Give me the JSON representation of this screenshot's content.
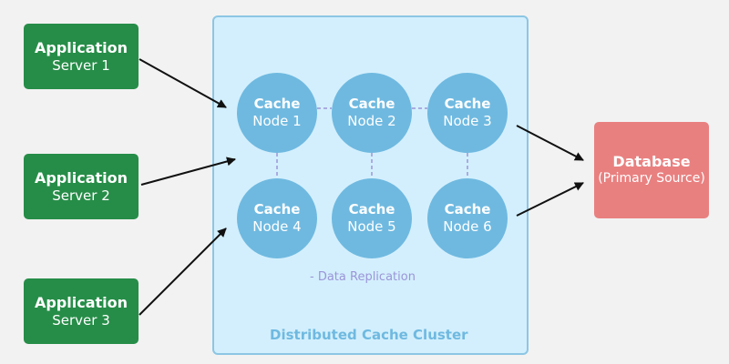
{
  "diagram": {
    "app_servers": [
      {
        "title": "Application",
        "subtitle": "Server 1"
      },
      {
        "title": "Application",
        "subtitle": "Server 2"
      },
      {
        "title": "Application",
        "subtitle": "Server 3"
      }
    ],
    "cluster": {
      "label": "Distributed Cache Cluster",
      "replication_label": "- Data Replication",
      "nodes": [
        {
          "title": "Cache",
          "subtitle": "Node 1"
        },
        {
          "title": "Cache",
          "subtitle": "Node 2"
        },
        {
          "title": "Cache",
          "subtitle": "Node 3"
        },
        {
          "title": "Cache",
          "subtitle": "Node 4"
        },
        {
          "title": "Cache",
          "subtitle": "Node 5"
        },
        {
          "title": "Cache",
          "subtitle": "Node 6"
        }
      ]
    },
    "database": {
      "title": "Database",
      "subtitle": "(Primary Source)"
    },
    "colors": {
      "app_server": "#268d48",
      "cluster_bg": "#d3effd",
      "cache_node": "#6fb9e0",
      "database": "#e98080",
      "replication": "#9b95d8"
    }
  }
}
